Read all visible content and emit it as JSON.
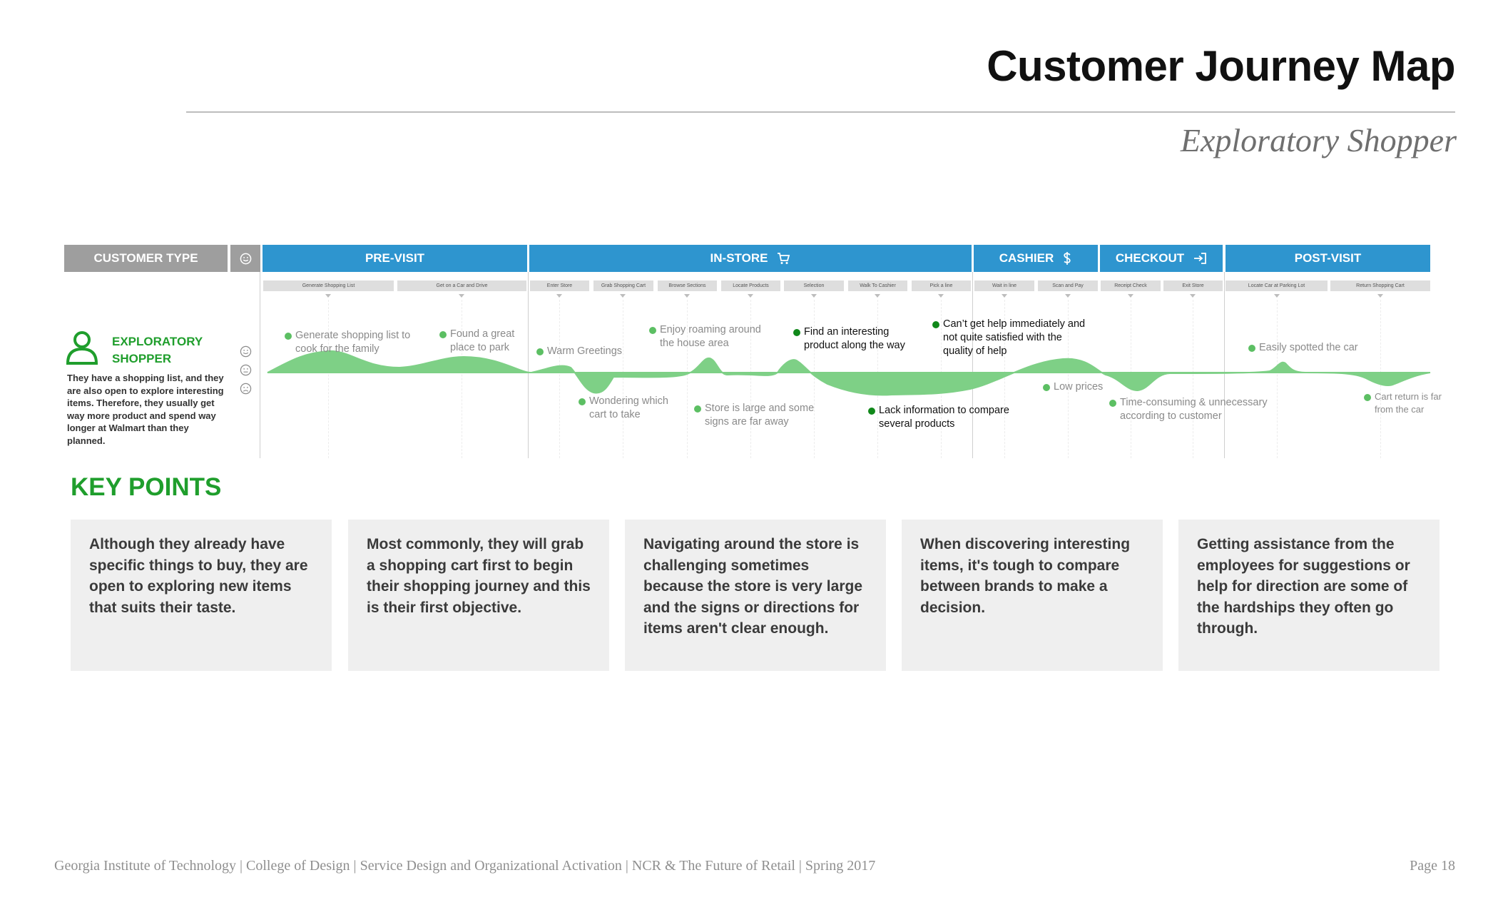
{
  "header": {
    "title": "Customer Journey Map",
    "subtitle": "Exploratory Shopper"
  },
  "columns": {
    "customer_type": "CUSTOMER TYPE",
    "emotion_icon": "smiley-icon",
    "pre_visit": "PRE-VISIT",
    "in_store": "IN-STORE",
    "in_store_icon": "shopping-cart-icon",
    "cashier": "CASHIER",
    "cashier_icon": "dollar-icon",
    "checkout": "CHECKOUT",
    "checkout_icon": "exit-icon",
    "post_visit": "POST-VISIT"
  },
  "steps": [
    "Generate Shopping List",
    "Get on a Car and Drive",
    "Enter Store",
    "Grab Shopping Cart",
    "Browse Sections",
    "Locate Products",
    "Selection",
    "Walk To Cashier",
    "Pick a line",
    "Wait in line",
    "Scan and Pay",
    "Receipt Check",
    "Exit Store",
    "Locate Car at Parking Lot",
    "Return Shopping Cart"
  ],
  "persona": {
    "icon": "person-icon",
    "name_line1": "EXPLORATORY",
    "name_line2": "SHOPPER",
    "description": "They have a shopping list, and they are also open to explore interesting items. Therefore, they usually get way more product and spend way longer at Walmart than they planned.",
    "emotion_icons": [
      "happy-face-icon",
      "neutral-face-icon",
      "sad-face-icon"
    ]
  },
  "journey_notes": {
    "generate_list": "Generate shopping list to cook for the family",
    "found_park": "Found a great place to park",
    "warm_greetings": "Warm Greetings",
    "wondering_cart": "Wondering which cart to take",
    "enjoy_roaming": "Enjoy roaming around the house area",
    "store_large": "Store is large and some signs are far away",
    "find_interesting": "Find an interesting product along the way",
    "lack_info": "Lack information to compare several products",
    "cant_get_help": "Can’t get help immediately and not quite satisfied with the quality of help",
    "low_prices": "Low prices",
    "time_consuming": "Time-consuming & unnecessary according to customer",
    "spotted_car": "Easily spotted the car",
    "cart_return": "Cart return is far from the car"
  },
  "key_points": {
    "title": "KEY POINTS",
    "cards": [
      "Although they already have specific things to buy, they are open to exploring new items that suits their taste.",
      "Most commonly, they will grab a shopping cart first to begin their shopping journey and this is their first objective.",
      "Navigating around the store is challenging sometimes because the store is very large and the signs or directions for items aren't clear enough.",
      "When discovering interesting items, it's tough to compare between brands to make a decision.",
      "Getting assistance from the employees for suggestions or help for direction are some of the hardships they often go through."
    ]
  },
  "footer": {
    "text": "Georgia Institute of Technology | College of Design | Service Design and Organizational Activation | NCR & The Future of Retail | Spring 2017",
    "page": "Page 18"
  },
  "colors": {
    "accent_blue": "#2e95cf",
    "accent_green": "#1f9e2c",
    "curve_green": "#7ed086",
    "header_gray": "#9e9e9e"
  }
}
